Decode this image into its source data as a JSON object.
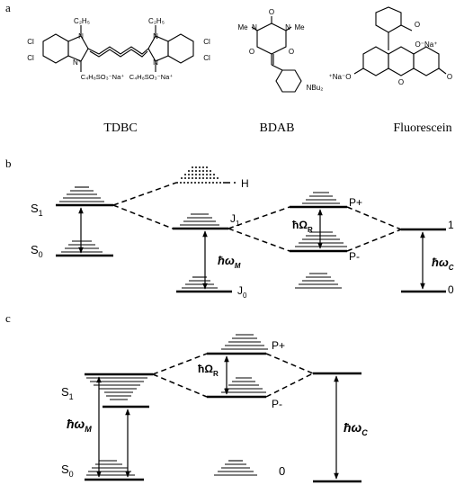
{
  "panels": {
    "a": "a",
    "b": "b",
    "c": "c"
  },
  "molecules": {
    "tdbc": {
      "name": "TDBC",
      "atoms": {
        "c2h5_left": "C₂H₅",
        "c2h5_right": "C₂H₅",
        "n_left": "N",
        "n_right": "N",
        "n_plus_left": "N⁺",
        "n_plus_right": "N",
        "cl1": "Cl",
        "cl2": "Cl",
        "cl3": "Cl",
        "cl4": "Cl",
        "sub_left": "C₄H₈SO₃⁻Na⁺",
        "sub_right": "C₄H₈SO₃⁻Na⁺"
      }
    },
    "bdab": {
      "name": "BDAB",
      "atoms": {
        "me_left": "Me",
        "me_right": "Me",
        "n_left": "N",
        "n_right": "N",
        "o_top": "O",
        "o_left": "O",
        "o_right": "O",
        "nbu2": "NBu₂"
      }
    },
    "fluorescein": {
      "name": "Fluorescein",
      "atoms": {
        "ona": "O⁻Na⁺",
        "o_carbonyl": "O",
        "na_o": "⁺Na⁻O",
        "o_ring": "O",
        "o_right": "O"
      }
    }
  },
  "diagram_b": {
    "s1": "S",
    "s1_sub": "1",
    "s0": "S",
    "s0_sub": "0",
    "h": "H",
    "j1": "J",
    "j1_sub": "1",
    "j0": "J",
    "j0_sub": "0",
    "p_plus": "P+",
    "p_minus": "P-",
    "omega_r": "ħΩ",
    "omega_r_sub": "R",
    "omega_m": "ħω",
    "omega_m_sub": "M",
    "omega_c": "ħω",
    "omega_c_sub": "C",
    "cav1": "1",
    "cav0": "0"
  },
  "diagram_c": {
    "s1": "S",
    "s1_sub": "1",
    "s0": "S",
    "s0_sub": "0",
    "p_plus": "P+",
    "p_minus": "P-",
    "omega_r": "ħΩ",
    "omega_r_sub": "R",
    "omega_m": "ħω",
    "omega_m_sub": "M",
    "omega_c": "ħω",
    "omega_c_sub": "C",
    "zero": "0"
  }
}
